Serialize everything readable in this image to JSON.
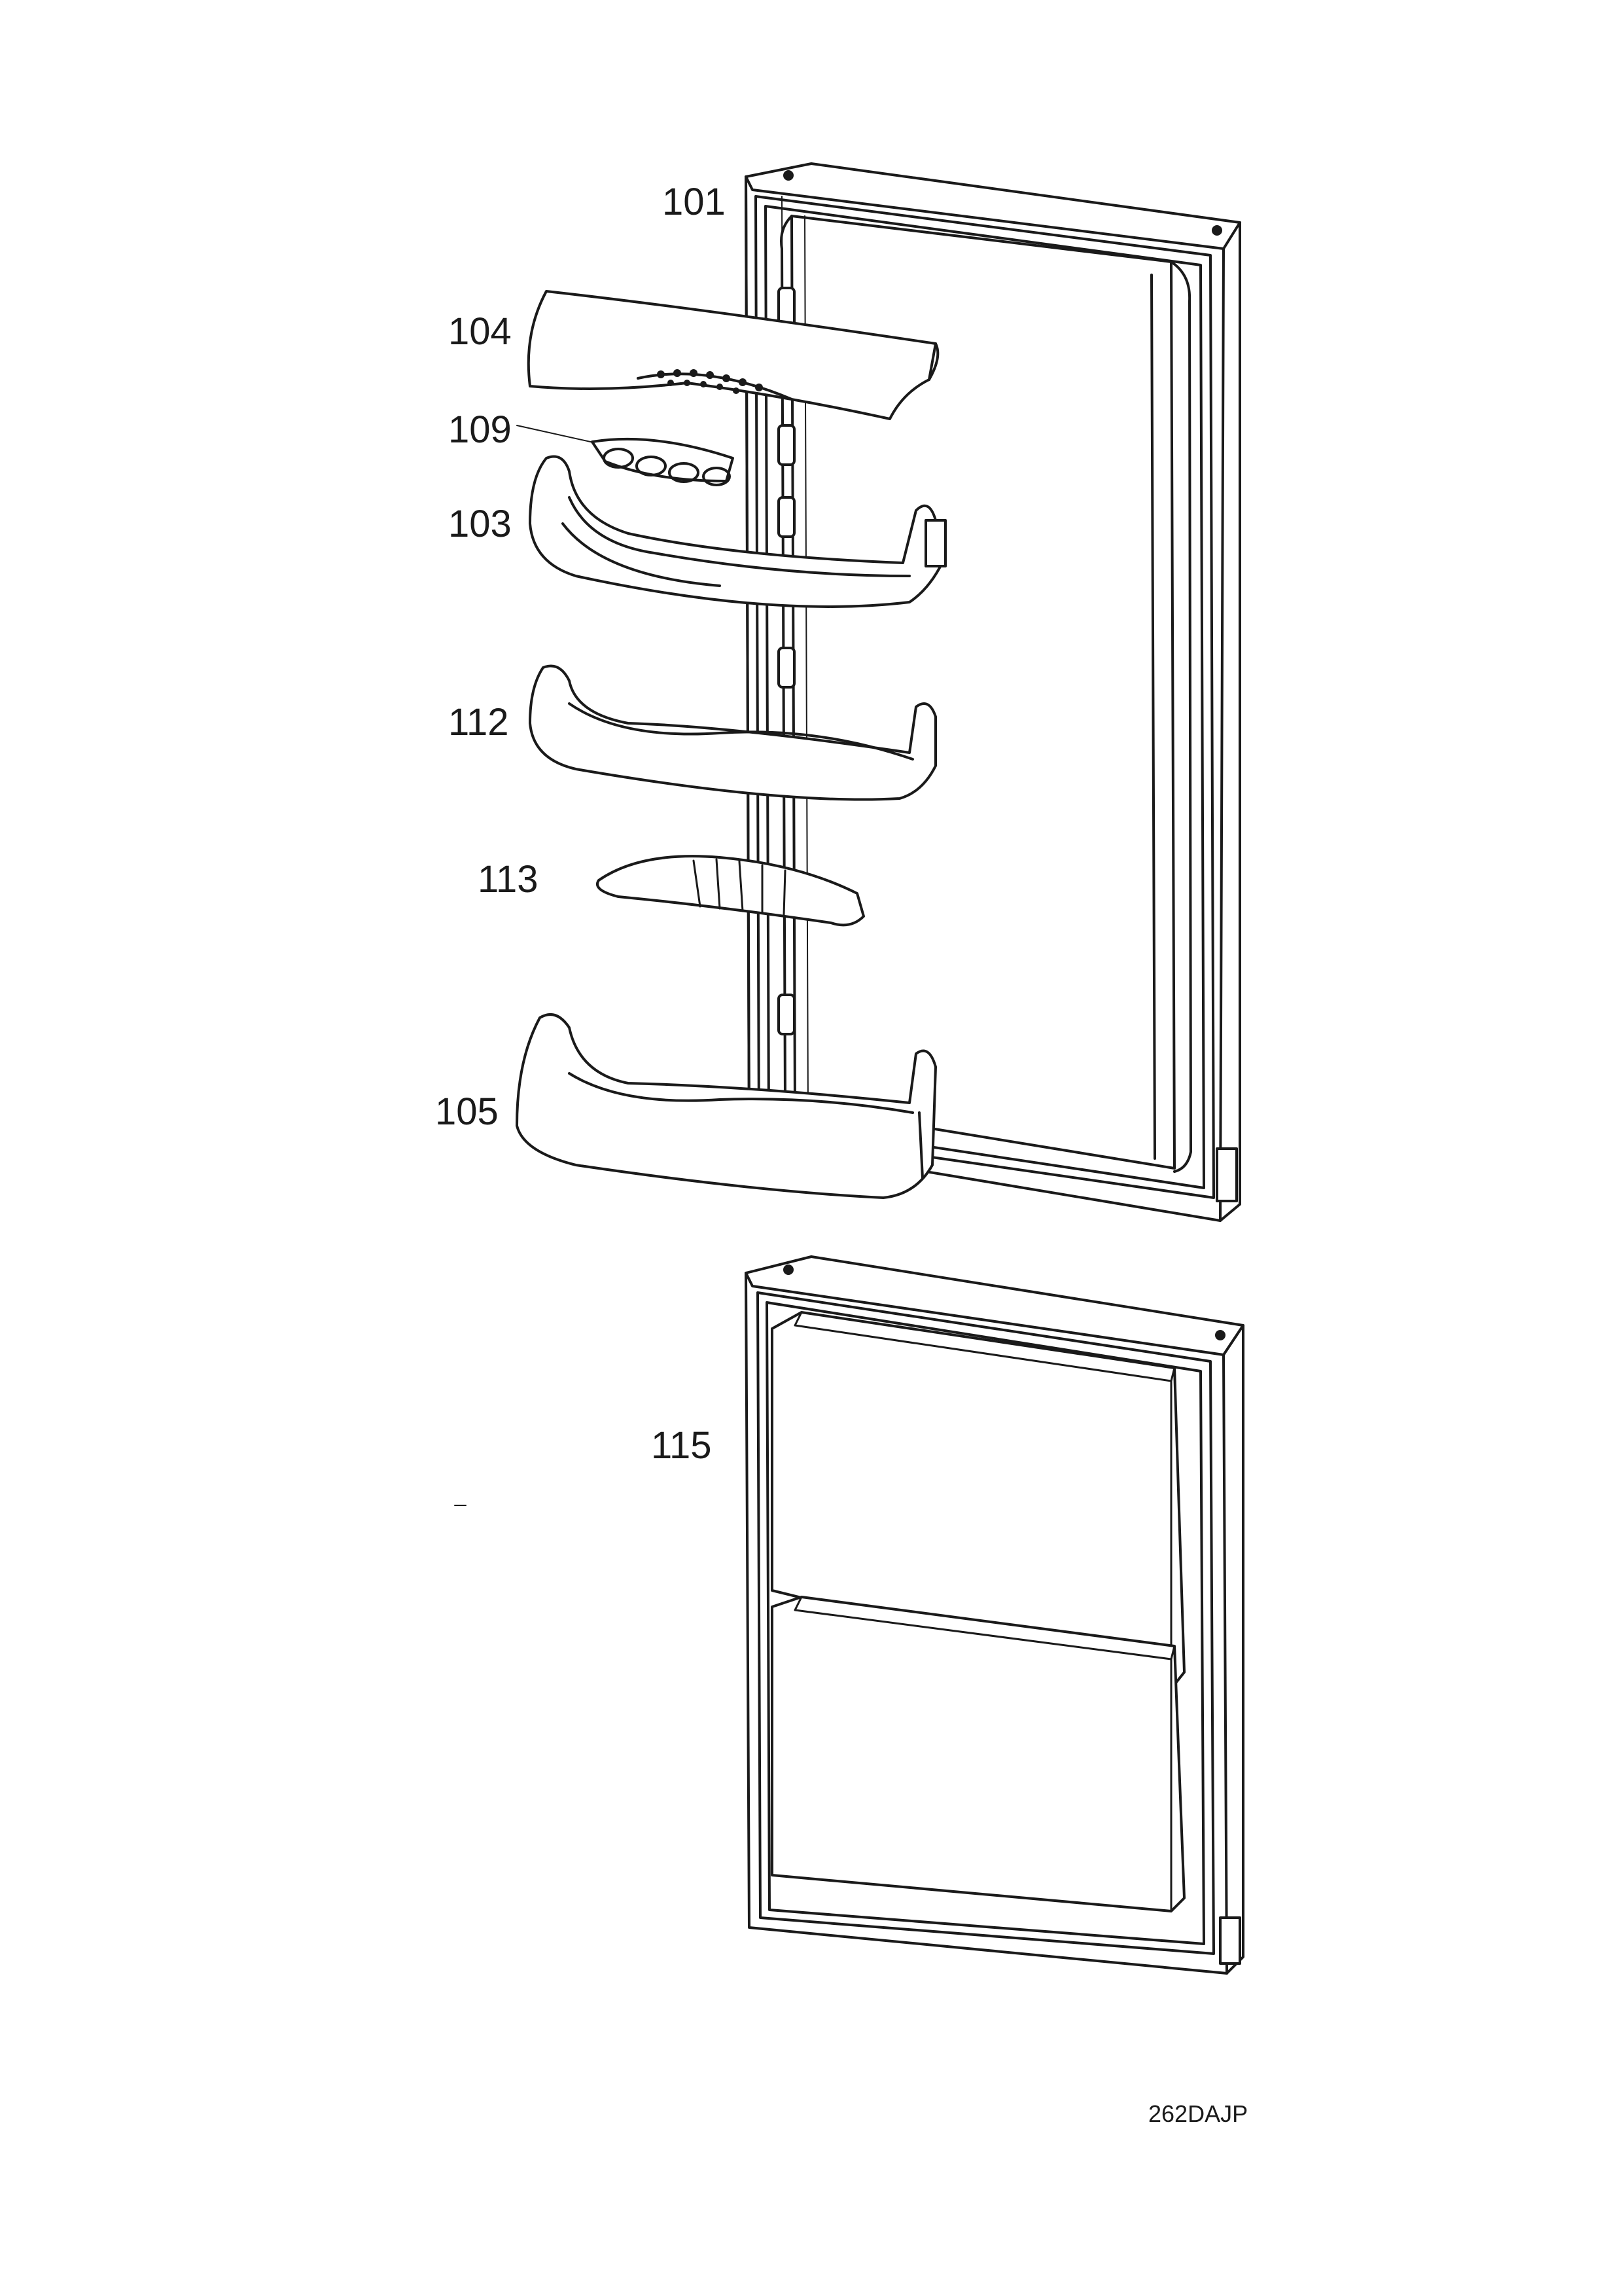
{
  "diagram": {
    "labels": {
      "p101": "101",
      "p104": "104",
      "p109": "109",
      "p103": "103",
      "p112": "112",
      "p113": "113",
      "p105": "105",
      "p115": "115"
    },
    "drawing_code": "262DAJP",
    "line_color": "#1a1a1a"
  }
}
